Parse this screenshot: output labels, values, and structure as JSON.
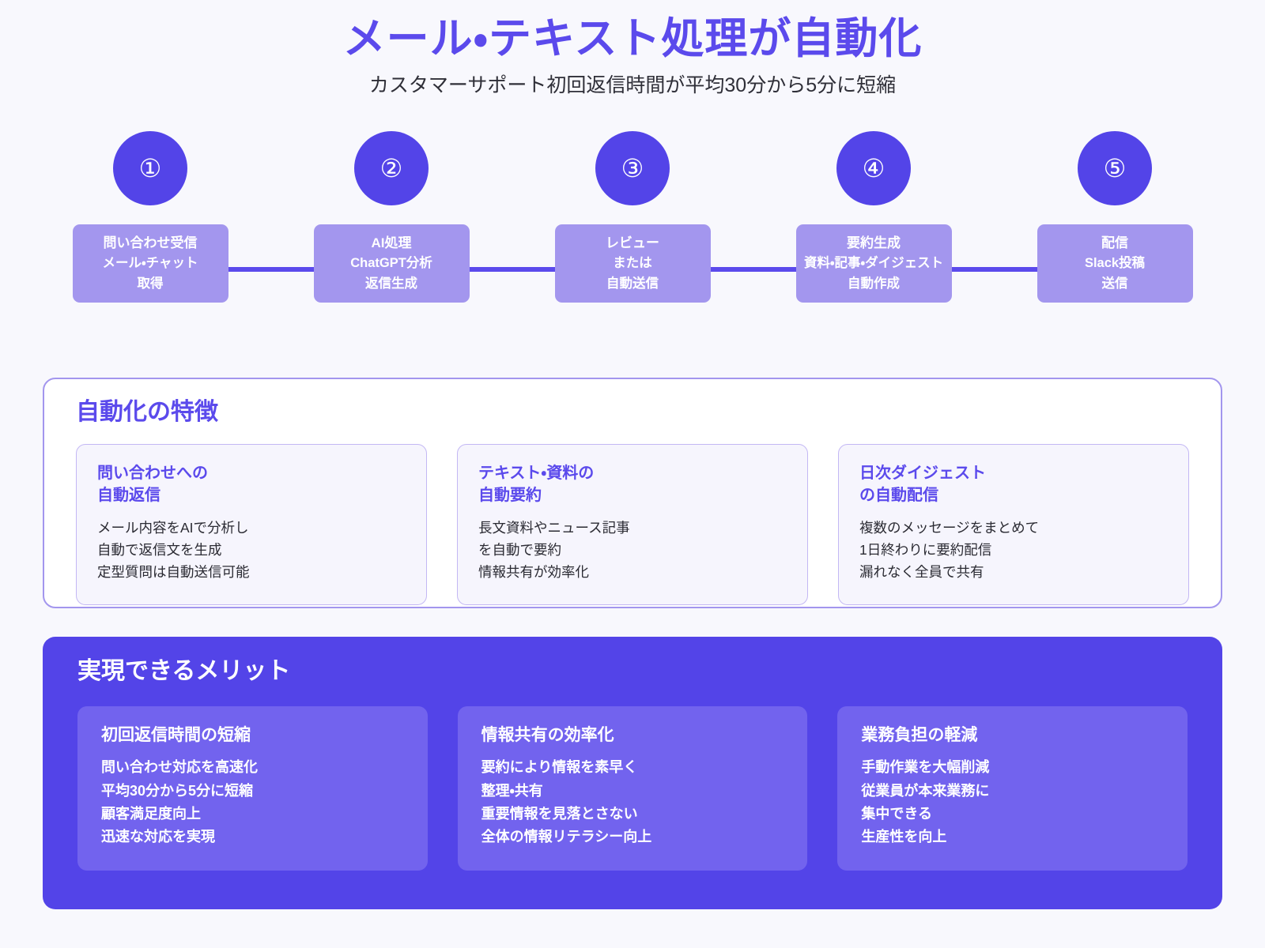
{
  "header": {
    "title": "メール・テキスト処理が自動化",
    "subtitle": "カスタマーサポート初回返信時間が平均30分から5分に短縮",
    "title_color": "#5b4aec",
    "subtitle_color": "#2f2f38"
  },
  "flow": {
    "line_color": "#5b4aec",
    "circle_color": "#5344e8",
    "box_color": "#a396ee",
    "steps": [
      {
        "number": "①",
        "title": "問い合わせ受信",
        "sub_lines": [
          "メール・チャット",
          "取得"
        ]
      },
      {
        "number": "②",
        "title": "AI処理",
        "sub_lines": [
          "ChatGPT分析",
          "返信生成"
        ]
      },
      {
        "number": "③",
        "title": "レビュー",
        "sub_lines": [
          "または",
          "自動送信"
        ]
      },
      {
        "number": "④",
        "title": "要約生成",
        "sub_lines": [
          "資料・記事・ダイジェスト",
          "自動作成"
        ]
      },
      {
        "number": "⑤",
        "title": "配信",
        "sub_lines": [
          "Slack投稿",
          "送信"
        ]
      }
    ]
  },
  "features": {
    "heading": "自動化の特徴",
    "border_color": "#a396ee",
    "card_bg": "#f6f5fd",
    "card_border": "#c3b7f4",
    "accent_color": "#5b4aec",
    "cards": [
      {
        "title": "問い合わせへの\n自動返信",
        "body": "メール内容をAIで分析し\n自動で返信文を生成\n定型質問は自動送信可能"
      },
      {
        "title": "テキスト・資料の\n自動要約",
        "body": "長文資料やニュース記事\nを自動で要約\n情報共有が効率化"
      },
      {
        "title": "日次ダイジェスト\nの自動配信",
        "body": "複数のメッセージをまとめて\n1日終わりに要約配信\n漏れなく全員で共有"
      }
    ]
  },
  "merits": {
    "heading": "実現できるメリット",
    "panel_bg": "#5344e8",
    "card_bg": "#7263ee",
    "text_color": "#ffffff",
    "cards": [
      {
        "title": "初回返信時間の短縮",
        "body": "問い合わせ対応を高速化\n平均30分から5分に短縮\n顧客満足度向上\n迅速な対応を実現"
      },
      {
        "title": "情報共有の効率化",
        "body": "要約により情報を素早く\n整理・共有\n重要情報を見落とさない\n全体の情報リテラシー向上"
      },
      {
        "title": "業務負担の軽減",
        "body": "手動作業を大幅削減\n従業員が本来業務に\n集中できる\n生産性を向上"
      }
    ]
  }
}
